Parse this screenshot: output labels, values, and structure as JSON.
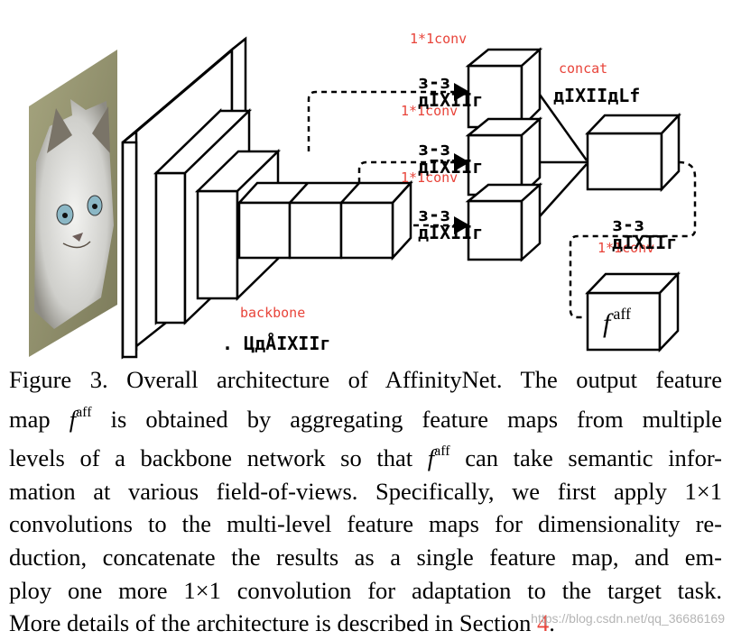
{
  "labels": {
    "conv_top": "1*1conv",
    "conv_mid": "1*1conv",
    "conv_low": "1*1conv",
    "conv_out": "1*1conv",
    "concat": "concat",
    "backbone": "backbone",
    "garbled_top": "з-з\nдIXIIг",
    "garbled_mid": "з-з\nдIXIIг",
    "garbled_low": "з-з\nдIXIIг",
    "garbled_out": "з-з\nдIXIIг",
    "garbled_concat": "дIXIIдLf",
    "garbled_backbone": ". ЦдÅIXIIг",
    "faff_base": "f",
    "faff_sup": "aff"
  },
  "caption": {
    "l1": "Figure 3.  Overall architecture of AffinityNet. The output feature",
    "l2_a": "map ",
    "l2_f": "f",
    "l2_sup": "aff",
    "l2_b": " is obtained by aggregating feature maps from multiple",
    "l3_a": "levels of a backbone network so that ",
    "l3_f": "f",
    "l3_sup": "aff",
    "l3_b": " can take semantic infor-",
    "l4": "mation at various field-of-views. Specifically, we first apply 1×1",
    "l5": "convolutions to the multi-level feature maps for dimensionality re-",
    "l6": "duction, concatenate the results as a single feature map, and em-",
    "l7": "ploy one more 1×1 convolution for adaptation to the target task.",
    "l8_a": "More details of the architecture is described in Section ",
    "l8_ref": "4",
    "l8_b": "."
  },
  "watermark": "https://blog.csdn.net/qq_36686169",
  "colors": {
    "label_red": "#e8443a",
    "ref_red": "#e8443a",
    "stroke": "#000000"
  },
  "icons": {
    "input_image": "cat-photo"
  }
}
